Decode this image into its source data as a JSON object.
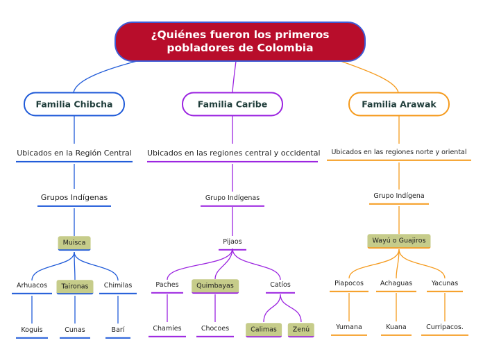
{
  "root": "¿Quiénes fueron los primeros pobladores de Colombia",
  "colors": {
    "root_fill": "#b80d2b",
    "root_border": "#3d5bd6",
    "chibcha": "#1f5ad8",
    "caribe": "#9b23e0",
    "arawak": "#f59a1c",
    "highlight": "#c6cc8a"
  },
  "chibcha": {
    "name": "Familia Chibcha",
    "location": "Ubicados en la Región Central",
    "group_label": "Grupos Indígenas",
    "main_group": "Muisca",
    "subgroups": [
      {
        "name": "Arhuacos",
        "child": "Koguis"
      },
      {
        "name": "Taironas",
        "child": "Cunas"
      },
      {
        "name": "Chimilas",
        "child": "Barí"
      }
    ]
  },
  "caribe": {
    "name": "Familia Caribe",
    "location": "Ubicados en las regiones central y occidental",
    "group_label": "Grupo Indígenas",
    "main_group": "Pijaos",
    "subgroups": [
      {
        "name": "Paches",
        "children": [
          "Chamíes"
        ]
      },
      {
        "name": "Quimbayas",
        "children": [
          "Chocoes"
        ]
      },
      {
        "name": "Catíos",
        "children": [
          "Calimas",
          "Zenú"
        ]
      }
    ]
  },
  "arawak": {
    "name": "Familia Arawak",
    "location": "Ubicados en las regiones norte y oriental",
    "group_label": "Grupo Indígena",
    "main_group": "Wayú o Guajiros",
    "subgroups": [
      {
        "name": "Piapocos",
        "child": "Yumana"
      },
      {
        "name": "Achaguas",
        "child": "Kuana"
      },
      {
        "name": "Yacunas",
        "child": "Curripacos."
      }
    ]
  }
}
